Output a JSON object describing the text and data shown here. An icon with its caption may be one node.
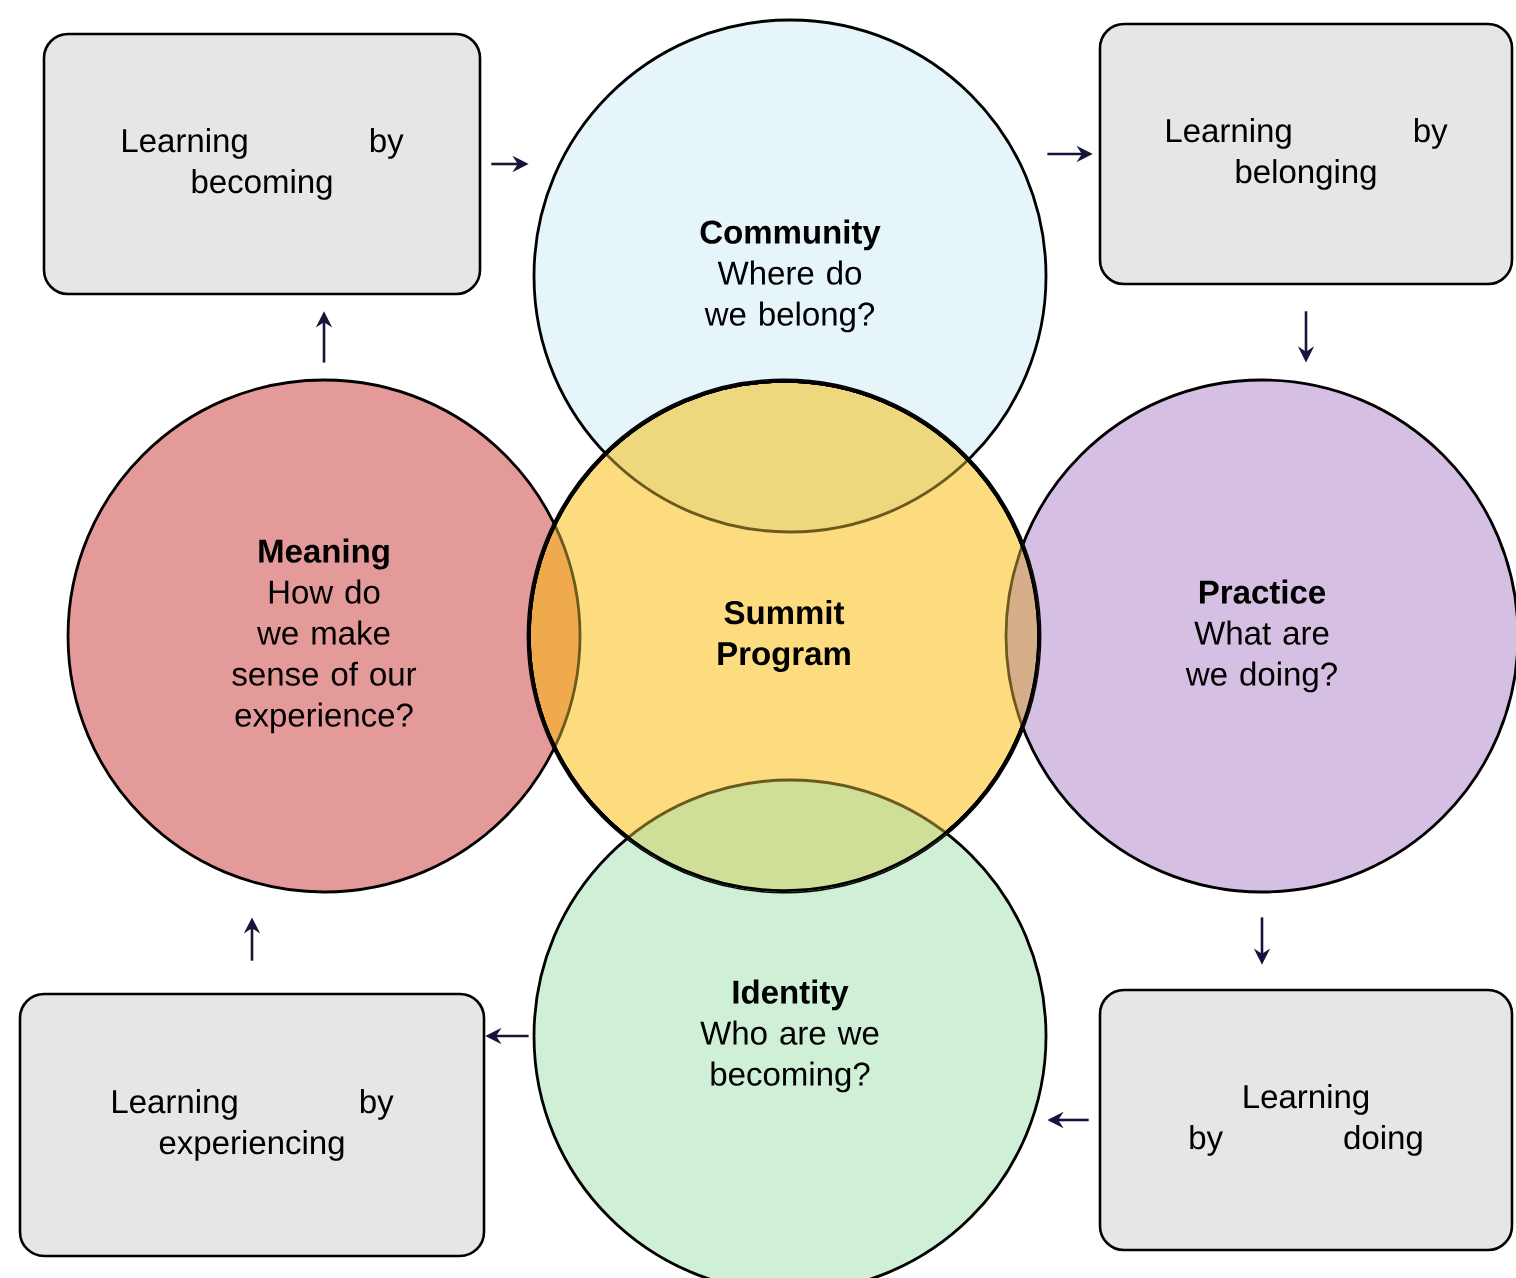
{
  "diagram": {
    "nodes": [
      {
        "text": [
          "Learning by becoming"
        ]
      },
      {
        "text": [
          "Community",
          "Where do we belong?"
        ]
      },
      {
        "text": [
          "Learning by belonging"
        ]
      },
      {
        "text": [
          "Meaning",
          "How do we make sense of our experience?"
        ]
      },
      {
        "text": [
          "Summit Program"
        ]
      },
      {
        "text": [
          "Practice",
          "What are we doing?"
        ]
      },
      {
        "text": [
          "Learning by experiencing"
        ]
      },
      {
        "text": [
          "Identity",
          "Who are we becoming?"
        ]
      },
      {
        "text": [
          "Learning by doing"
        ]
      }
    ],
    "edges": [
      {
        "from": 0,
        "to": 1,
        "arrow": "to"
      },
      {
        "from": 1,
        "to": 2,
        "arrow": "to"
      },
      {
        "from": 2,
        "to": 5,
        "arrow": "to"
      },
      {
        "from": 5,
        "to": 8,
        "arrow": "to"
      },
      {
        "from": 8,
        "to": 7,
        "arrow": "to"
      },
      {
        "from": 7,
        "to": 6,
        "arrow": "to"
      },
      {
        "from": 6,
        "to": 3,
        "arrow": "to"
      },
      {
        "from": 3,
        "to": 0,
        "arrow": "to"
      }
    ]
  }
}
